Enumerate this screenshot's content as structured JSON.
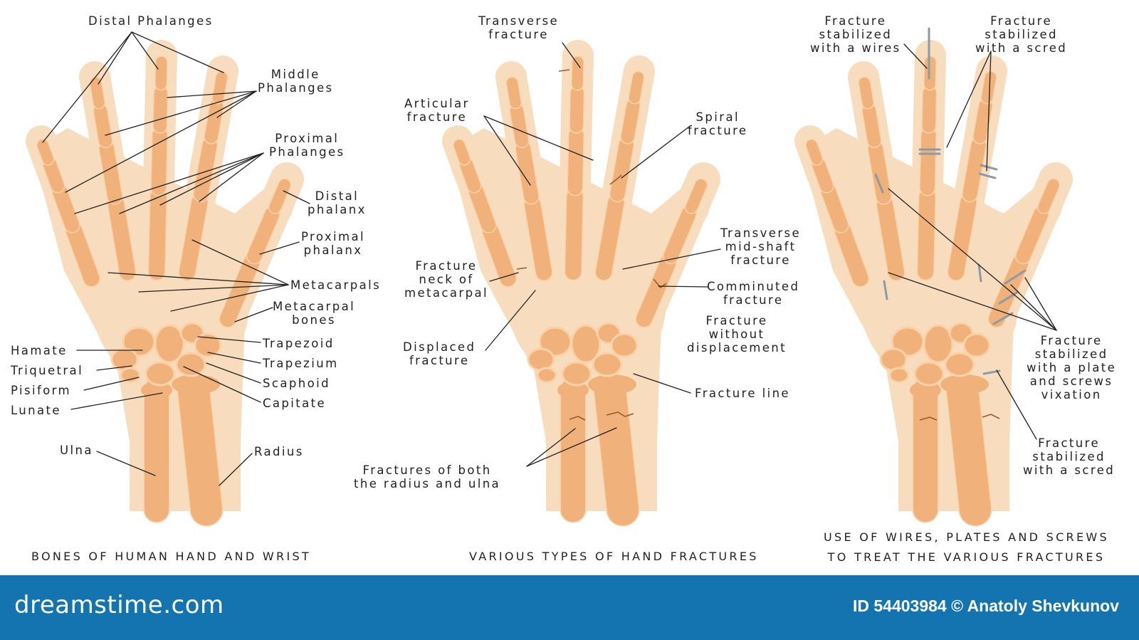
{
  "colors": {
    "skin": "#f7dcbe",
    "bone": "#f0b27a",
    "bone_edge": "#f9d2aa",
    "footer": "#1474b0",
    "line": "#222222"
  },
  "panel1": {
    "labels": {
      "distal_phalanges": "Distal Phalanges",
      "middle_phalanges": "Middle\nPhalanges",
      "proximal_phalanges": "Proximal\nPhalanges",
      "distal_phalanx": "Distal\nphalanx",
      "proximal_phalanx": "Proximal\nphalanx",
      "metacarpals": "Metacarpals",
      "metacarpal_bones": "Metacarpal\nbones",
      "trapezoid": "Trapezoid",
      "trapezium": "Trapezium",
      "scaphoid": "Scaphoid",
      "capitate": "Capitate",
      "hamate": "Hamate",
      "triquetral": "Triquetral",
      "pisiform": "Pisiform",
      "lunate": "Lunate",
      "ulna": "Ulna",
      "radius": "Radius"
    },
    "caption": "BONES OF HUMAN HAND AND WRIST"
  },
  "panel2": {
    "labels": {
      "transverse_fracture": "Transverse\nfracture",
      "articular_fracture": "Articular\nfracture",
      "spiral_fracture": "Spiral\nfracture",
      "transverse_midshaft": "Transverse\nmid-shaft\nfracture",
      "comminuted_fracture": "Comminuted\nfracture",
      "fracture_without_displacement": "Fracture\nwithout\ndisplacement",
      "fracture_neck": "Fracture\nneck of\nmetacarpal",
      "displaced_fracture": "Displaced\nfracture",
      "fracture_line": "Fracture line",
      "both_radius_ulna": "Fractures of both\nthe radius and ulna"
    },
    "caption": "VARIOUS TYPES OF HAND FRACTURES"
  },
  "panel3": {
    "labels": {
      "stabilized_wires": "Fracture\nstabilized\nwith a wires",
      "stabilized_scred_top": "Fracture\nstabilized\nwith a scred",
      "stabilized_plate": "Fracture\nstabilized\nwith a plate\nand screws\nvixation",
      "stabilized_scred_bottom": "Fracture\nstabilized\nwith a scred"
    },
    "caption": "USE OF WIRES, PLATES AND SCREWS\nTO TREAT THE VARIOUS FRACTURES"
  },
  "footer": {
    "logo": "dreamstime.com",
    "credit": "ID 54403984 © Anatoly Shevkunov"
  }
}
